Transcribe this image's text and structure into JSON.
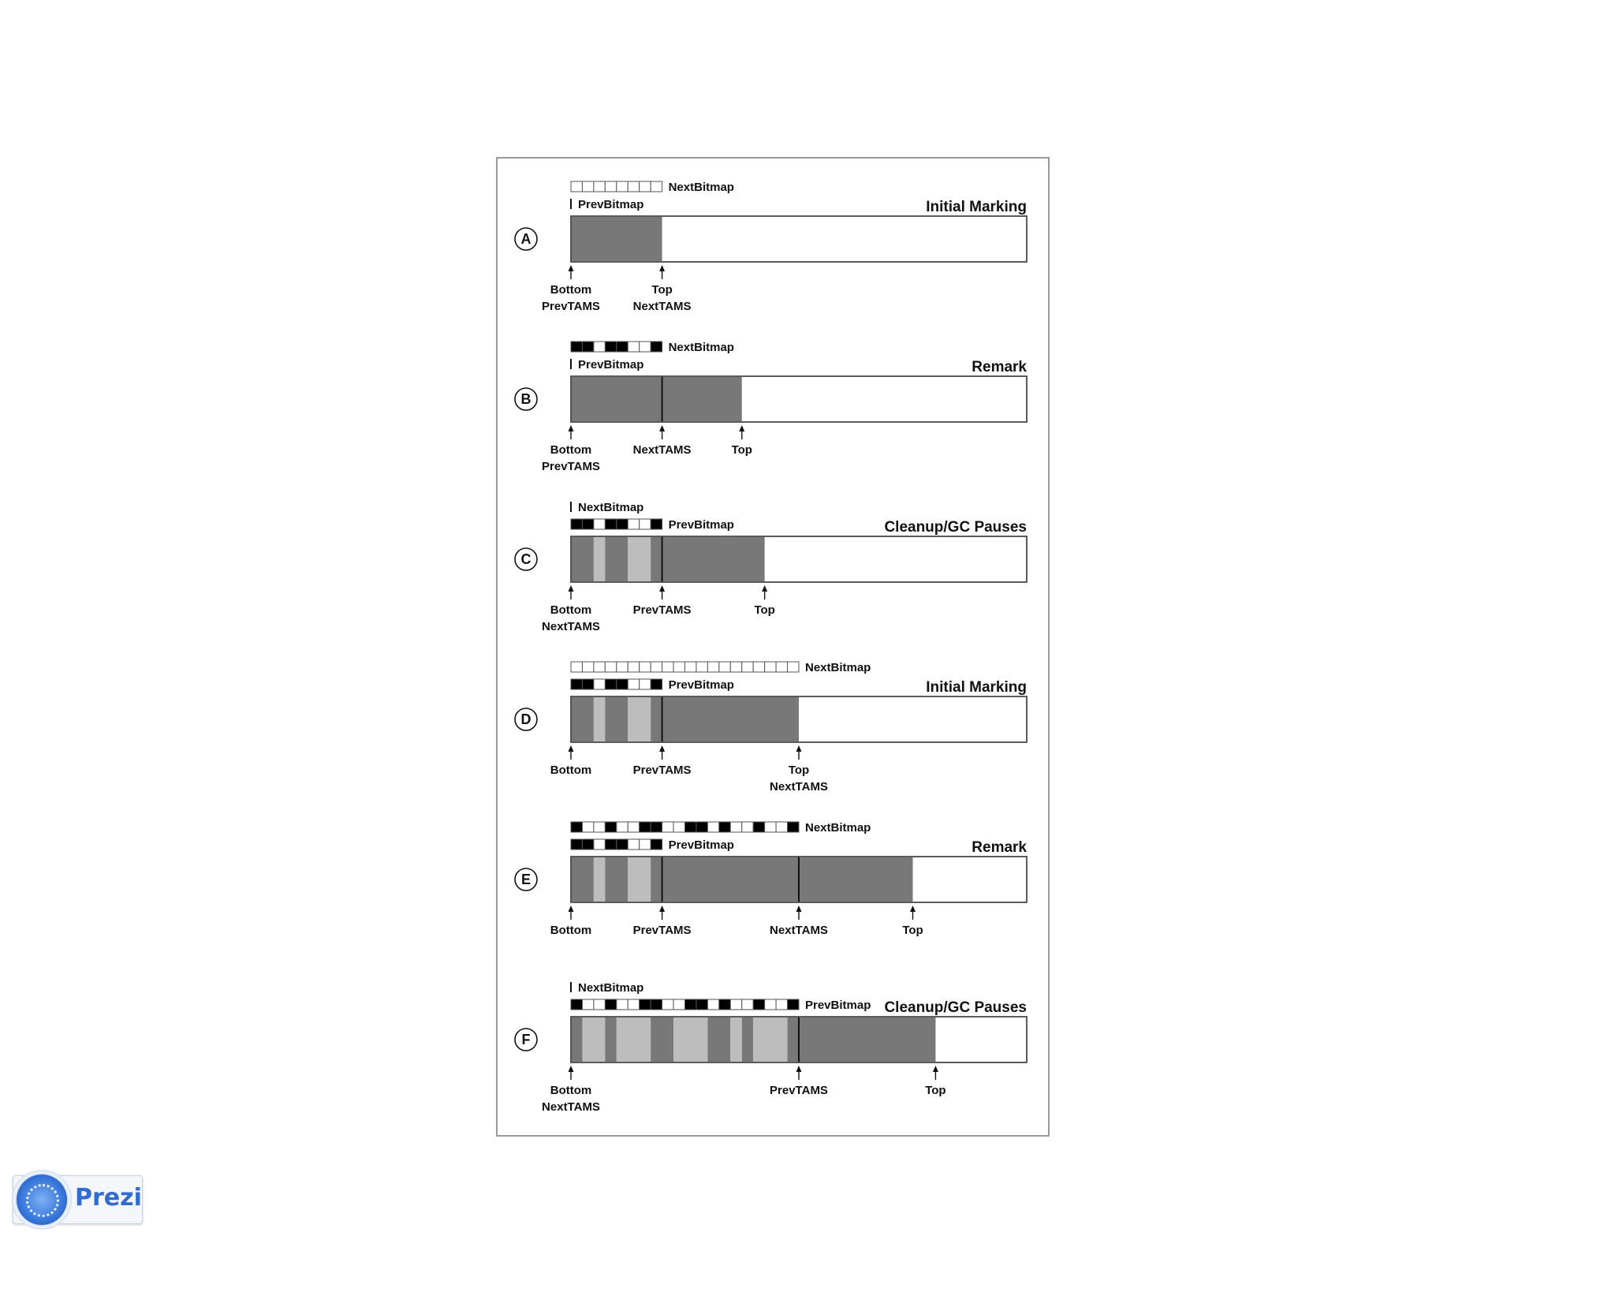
{
  "diagram": {
    "panels": [
      {
        "letter": "A",
        "title": "Initial Marking",
        "bitmap_rows": [
          {
            "label": "NextBitmap",
            "pattern": "wwwwwwww"
          },
          {
            "label": "PrevBitmap",
            "pattern": ""
          }
        ],
        "fills": [
          {
            "from": 0,
            "to": 8,
            "shade": "dark"
          }
        ],
        "dividers": [],
        "pointers": [
          {
            "at": 0,
            "labels": [
              "Bottom",
              "PrevTAMS"
            ]
          },
          {
            "at": 8,
            "labels": [
              "Top",
              "NextTAMS"
            ]
          }
        ]
      },
      {
        "letter": "B",
        "title": "Remark",
        "bitmap_rows": [
          {
            "label": "NextBitmap",
            "pattern": "bbwbbwwb"
          },
          {
            "label": "PrevBitmap",
            "pattern": ""
          }
        ],
        "fills": [
          {
            "from": 0,
            "to": 15,
            "shade": "dark"
          }
        ],
        "dividers": [
          8
        ],
        "pointers": [
          {
            "at": 0,
            "labels": [
              "Bottom",
              "PrevTAMS"
            ]
          },
          {
            "at": 8,
            "labels": [
              "NextTAMS"
            ]
          },
          {
            "at": 15,
            "labels": [
              "Top"
            ]
          }
        ]
      },
      {
        "letter": "C",
        "title": "Cleanup/GC Pauses",
        "bitmap_rows": [
          {
            "label": "NextBitmap",
            "pattern": ""
          },
          {
            "label": "PrevBitmap",
            "pattern": "bbwbbwwb"
          }
        ],
        "fills": [
          {
            "from": 0,
            "to": 2,
            "shade": "dark"
          },
          {
            "from": 2,
            "to": 3,
            "shade": "light"
          },
          {
            "from": 3,
            "to": 5,
            "shade": "dark"
          },
          {
            "from": 5,
            "to": 7,
            "shade": "light"
          },
          {
            "from": 7,
            "to": 17,
            "shade": "dark"
          }
        ],
        "dividers": [
          8
        ],
        "pointers": [
          {
            "at": 0,
            "labels": [
              "Bottom",
              "NextTAMS"
            ]
          },
          {
            "at": 8,
            "labels": [
              "PrevTAMS"
            ]
          },
          {
            "at": 17,
            "labels": [
              "Top"
            ]
          }
        ]
      },
      {
        "letter": "D",
        "title": "Initial Marking",
        "bitmap_rows": [
          {
            "label": "NextBitmap",
            "pattern": "wwwwwwwwwwwwwwwwwwww"
          },
          {
            "label": "PrevBitmap",
            "pattern": "bbwbbwwb"
          }
        ],
        "fills": [
          {
            "from": 0,
            "to": 2,
            "shade": "dark"
          },
          {
            "from": 2,
            "to": 3,
            "shade": "light"
          },
          {
            "from": 3,
            "to": 5,
            "shade": "dark"
          },
          {
            "from": 5,
            "to": 7,
            "shade": "light"
          },
          {
            "from": 7,
            "to": 20,
            "shade": "dark"
          }
        ],
        "dividers": [
          8
        ],
        "pointers": [
          {
            "at": 0,
            "labels": [
              "Bottom"
            ]
          },
          {
            "at": 8,
            "labels": [
              "PrevTAMS"
            ]
          },
          {
            "at": 20,
            "labels": [
              "Top",
              "NextTAMS"
            ]
          }
        ]
      },
      {
        "letter": "E",
        "title": "Remark",
        "bitmap_rows": [
          {
            "label": "NextBitmap",
            "pattern": "bwwbwwbbwwbbwbwwbwwb"
          },
          {
            "label": "PrevBitmap",
            "pattern": "bbwbbwwb"
          }
        ],
        "fills": [
          {
            "from": 0,
            "to": 2,
            "shade": "dark"
          },
          {
            "from": 2,
            "to": 3,
            "shade": "light"
          },
          {
            "from": 3,
            "to": 5,
            "shade": "dark"
          },
          {
            "from": 5,
            "to": 7,
            "shade": "light"
          },
          {
            "from": 7,
            "to": 30,
            "shade": "dark"
          }
        ],
        "dividers": [
          8,
          20
        ],
        "pointers": [
          {
            "at": 0,
            "labels": [
              "Bottom"
            ]
          },
          {
            "at": 8,
            "labels": [
              "PrevTAMS"
            ]
          },
          {
            "at": 20,
            "labels": [
              "NextTAMS"
            ]
          },
          {
            "at": 30,
            "labels": [
              "Top"
            ]
          }
        ]
      },
      {
        "letter": "F",
        "title": "Cleanup/GC Pauses",
        "bitmap_rows": [
          {
            "label": "NextBitmap",
            "pattern": ""
          },
          {
            "label": "PrevBitmap",
            "pattern": "bwwbwwbbwwbbwbwwbwwb"
          }
        ],
        "fills": [
          {
            "from": 0,
            "to": 1,
            "shade": "dark"
          },
          {
            "from": 1,
            "to": 3,
            "shade": "light"
          },
          {
            "from": 3,
            "to": 4,
            "shade": "dark"
          },
          {
            "from": 4,
            "to": 7,
            "shade": "light"
          },
          {
            "from": 7,
            "to": 9,
            "shade": "dark"
          },
          {
            "from": 9,
            "to": 12,
            "shade": "light"
          },
          {
            "from": 12,
            "to": 14,
            "shade": "dark"
          },
          {
            "from": 14,
            "to": 15,
            "shade": "light"
          },
          {
            "from": 15,
            "to": 16,
            "shade": "dark"
          },
          {
            "from": 16,
            "to": 19,
            "shade": "light"
          },
          {
            "from": 19,
            "to": 32,
            "shade": "dark"
          }
        ],
        "dividers": [
          20
        ],
        "pointers": [
          {
            "at": 0,
            "labels": [
              "Bottom",
              "NextTAMS"
            ]
          },
          {
            "at": 20,
            "labels": [
              "PrevTAMS"
            ]
          },
          {
            "at": 32,
            "labels": [
              "Top"
            ]
          }
        ]
      }
    ],
    "colors": {
      "dark_fill": "#787878",
      "light_fill": "#bdbdbd",
      "bitmap_black": "#000000",
      "bitmap_white": "#ffffff",
      "frame": "#9a9a9a"
    }
  },
  "badge": {
    "text": "Prezi",
    "icon": "prezi-logo-icon",
    "color": "#2f6bd0"
  }
}
